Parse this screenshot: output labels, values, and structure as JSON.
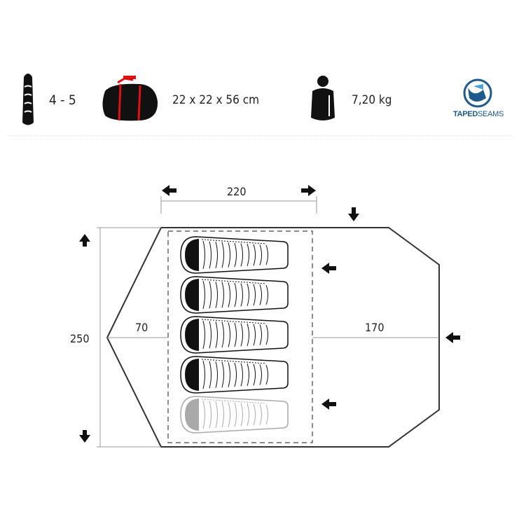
{
  "specs": {
    "persons": "4 - 5",
    "pack_size": "22 x 22 x 56 cm",
    "weight": "7,20 kg",
    "badge_bold": "TAPED",
    "badge_light": "SEAMS"
  },
  "dimensions": {
    "width": "250",
    "inner_length": "220",
    "front_vestibule": "70",
    "rear_vestibule": "170"
  },
  "sleeping_bags": {
    "count": 5,
    "optional": 1
  }
}
